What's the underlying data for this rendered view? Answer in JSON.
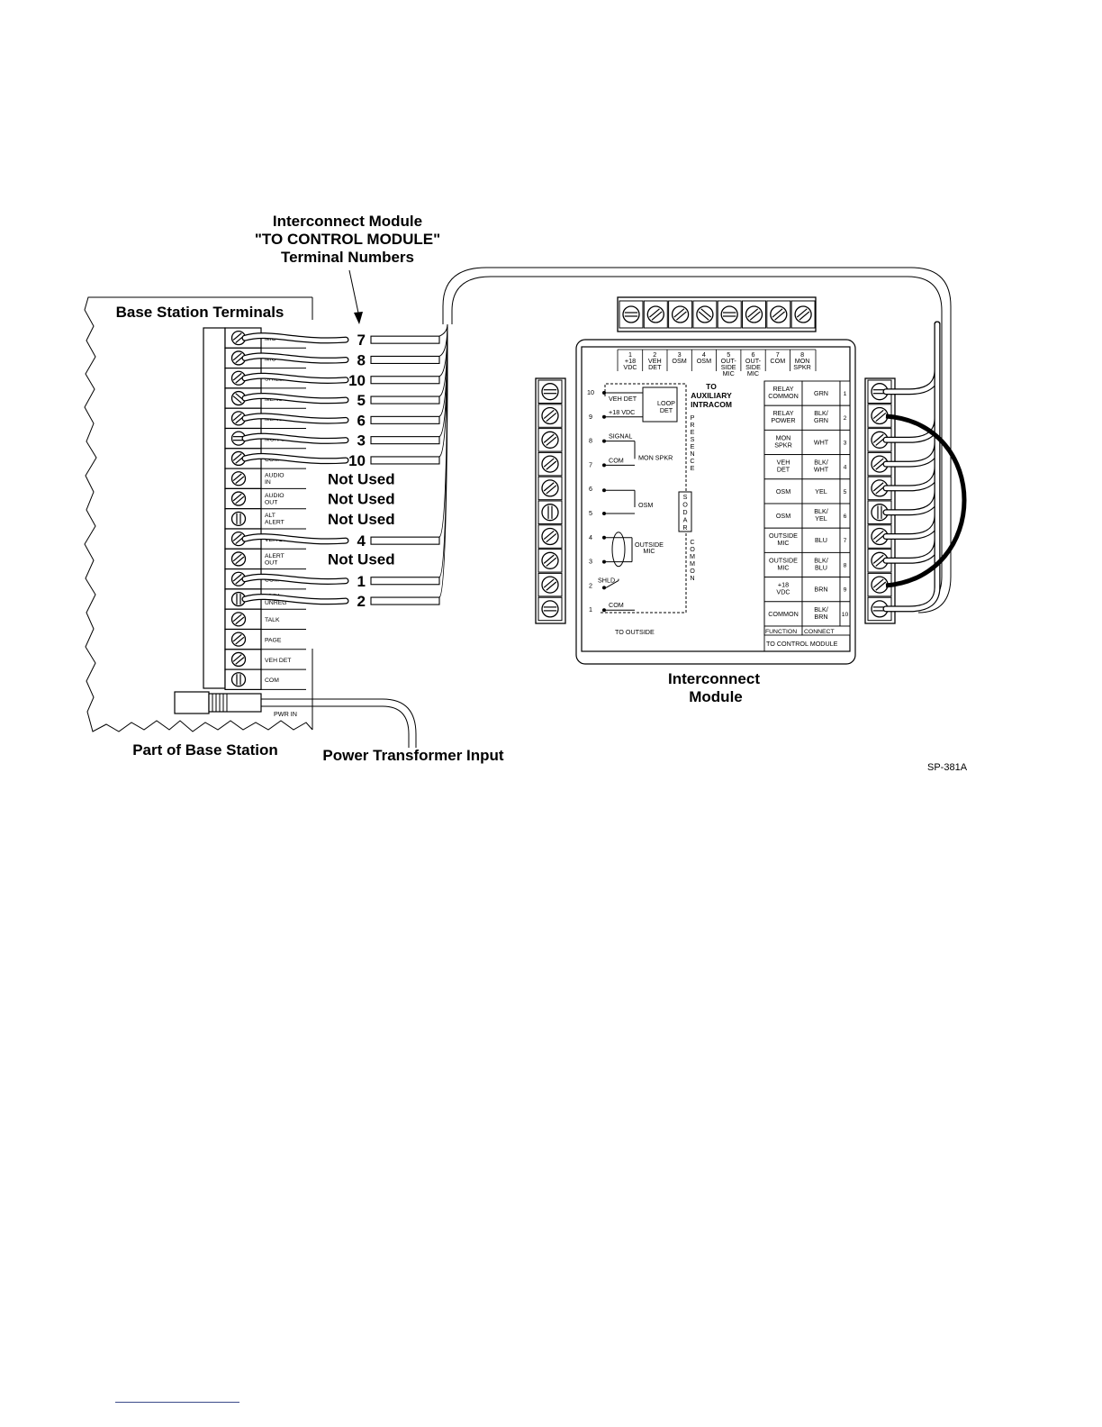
{
  "labels": {
    "header_line1": "Interconnect Module",
    "header_line2": "\"TO CONTROL MODULE\"",
    "header_line3": "Terminal Numbers",
    "base_station_terminals": "Base Station Terminals",
    "part_of_base_station": "Part of Base Station",
    "power_transformer_input": "Power Transformer Input",
    "interconnect_module_line1": "Interconnect",
    "interconnect_module_line2": "Module",
    "code": "SP-381A",
    "pwr_in": "PWR IN"
  },
  "base_terminals": [
    {
      "label1": "MIC",
      "label2": "",
      "to_number": "7"
    },
    {
      "label1": "MIC",
      "label2": "",
      "to_number": "8"
    },
    {
      "label1": "SHIELD",
      "label2": "",
      "to_number": "10"
    },
    {
      "label1": "MENU SPKR",
      "label2": "",
      "to_number": "5"
    },
    {
      "label1": "MENU SPKR",
      "label2": "",
      "to_number": "6"
    },
    {
      "label1": "MON SPKR",
      "label2": "",
      "to_number": "3"
    },
    {
      "label1": "COM",
      "label2": "",
      "to_number": "10"
    },
    {
      "label1": "AUDIO",
      "label2": "IN",
      "to_number": "Not Used"
    },
    {
      "label1": "AUDIO",
      "label2": "OUT",
      "to_number": "Not Used"
    },
    {
      "label1": "ALT",
      "label2": "ALERT",
      "to_number": "Not Used"
    },
    {
      "label1": "VEH DET",
      "label2": "",
      "to_number": "4"
    },
    {
      "label1": "ALERT",
      "label2": "OUT",
      "to_number": "Not Used"
    },
    {
      "label1": "COM",
      "label2": "",
      "to_number": "1"
    },
    {
      "label1": "+24V",
      "label2": "UNREG",
      "to_number": "2"
    },
    {
      "label1": "TALK",
      "label2": "",
      "to_number": ""
    },
    {
      "label1": "PAGE",
      "label2": "",
      "to_number": ""
    },
    {
      "label1": "VEH DET",
      "label2": "",
      "to_number": ""
    },
    {
      "label1": "COM",
      "label2": "",
      "to_number": ""
    }
  ],
  "aux_terminals": [
    {
      "num": "1",
      "line1": "+18",
      "line2": "VDC",
      "line3": ""
    },
    {
      "num": "2",
      "line1": "VEH",
      "line2": "DET",
      "line3": ""
    },
    {
      "num": "3",
      "line1": "OSM",
      "line2": "",
      "line3": ""
    },
    {
      "num": "4",
      "line1": "OSM",
      "line2": "",
      "line3": ""
    },
    {
      "num": "5",
      "line1": "OUT-",
      "line2": "SIDE",
      "line3": "MIC"
    },
    {
      "num": "6",
      "line1": "OUT-",
      "line2": "SIDE",
      "line3": "MIC"
    },
    {
      "num": "7",
      "line1": "COM",
      "line2": "",
      "line3": ""
    },
    {
      "num": "8",
      "line1": "MON",
      "line2": "SPKR",
      "line3": ""
    }
  ],
  "control_table": {
    "rows": [
      {
        "f1": "RELAY",
        "f2": "COMMON",
        "c1": "GRN",
        "c2": "",
        "n": "1"
      },
      {
        "f1": "RELAY",
        "f2": "POWER",
        "c1": "BLK/",
        "c2": "GRN",
        "n": "2"
      },
      {
        "f1": "MON",
        "f2": "SPKR",
        "c1": "WHT",
        "c2": "",
        "n": "3"
      },
      {
        "f1": "VEH",
        "f2": "DET",
        "c1": "BLK/",
        "c2": "WHT",
        "n": "4"
      },
      {
        "f1": "OSM",
        "f2": "",
        "c1": "YEL",
        "c2": "",
        "n": "5"
      },
      {
        "f1": "OSM",
        "f2": "",
        "c1": "BLK/",
        "c2": "YEL",
        "n": "6"
      },
      {
        "f1": "OUTSIDE",
        "f2": "MIC",
        "c1": "BLU",
        "c2": "",
        "n": "7"
      },
      {
        "f1": "OUTSIDE",
        "f2": "MIC",
        "c1": "BLK/",
        "c2": "BLU",
        "n": "8"
      },
      {
        "f1": "+18",
        "f2": "VDC",
        "c1": "BRN",
        "c2": "",
        "n": "9"
      },
      {
        "f1": "COMMON",
        "f2": "",
        "c1": "BLK/",
        "c2": "BRN",
        "n": "10"
      }
    ],
    "header_function": "FUNCTION",
    "header_connect": "CONNECT",
    "footer": "TO CONTROL MODULE"
  },
  "outside_side": {
    "pins": [
      "10",
      "9",
      "8",
      "7",
      "6",
      "5",
      "4",
      "3",
      "2",
      "1"
    ],
    "veh_det": "VEH DET",
    "vdc18": "+18 VDC",
    "loop": "LOOP",
    "det": "DET",
    "signal": "SIGNAL",
    "mon_spkr": "MON SPKR",
    "com_top": "COM",
    "osm": "OSM",
    "outside": "OUTSIDE",
    "mic": "MIC",
    "shld": "SHLD",
    "com_bottom": "COM",
    "to_outside": "TO OUTSIDE",
    "to_aux_1": "TO",
    "to_aux_2": "AUXILIARY",
    "to_aux_3": "INTRACOM",
    "presence": [
      "P",
      "R",
      "E",
      "S",
      "E",
      "N",
      "C",
      "E"
    ],
    "sodar": [
      "S",
      "O",
      "D",
      "A",
      "R"
    ],
    "common": [
      "C",
      "O",
      "M",
      "M",
      "O",
      "N"
    ]
  }
}
